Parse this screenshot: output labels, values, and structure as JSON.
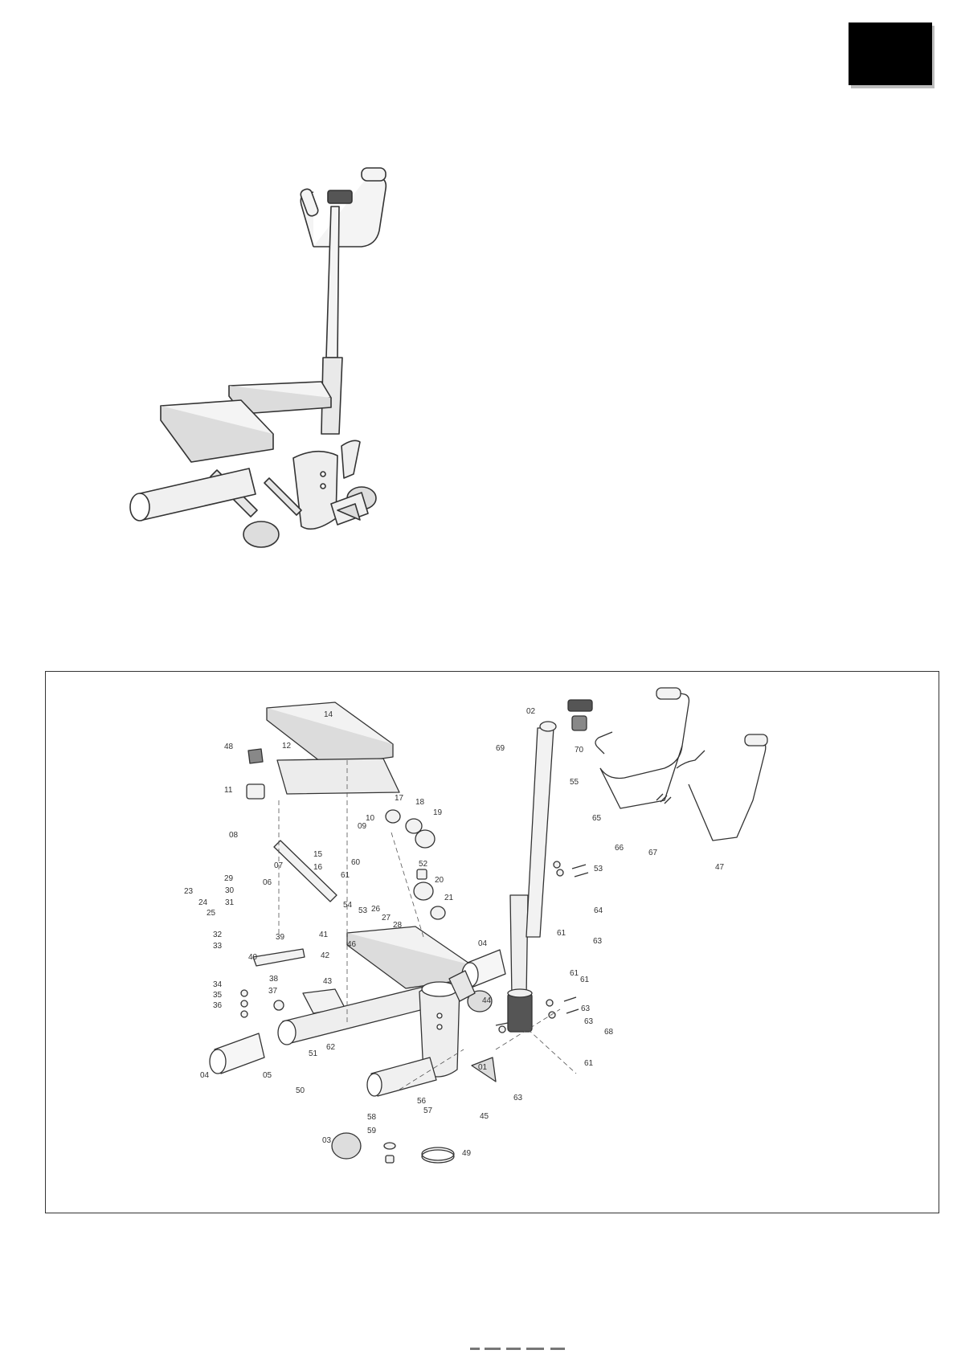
{
  "page": {
    "corner_tab": "black-index-tab",
    "colors": {
      "line": "#333333",
      "fill": "#f2f2f2",
      "shade": "#d9d9d9",
      "tab": "#000000"
    }
  },
  "exploded_diagram": {
    "part_labels": [
      {
        "id": "p02",
        "text": "02"
      },
      {
        "id": "p69",
        "text": "69"
      },
      {
        "id": "p70",
        "text": "70"
      },
      {
        "id": "p55",
        "text": "55"
      },
      {
        "id": "p65",
        "text": "65"
      },
      {
        "id": "p66",
        "text": "66"
      },
      {
        "id": "p67",
        "text": "67"
      },
      {
        "id": "p47",
        "text": "47"
      },
      {
        "id": "p14",
        "text": "14"
      },
      {
        "id": "p48",
        "text": "48"
      },
      {
        "id": "p12",
        "text": "12"
      },
      {
        "id": "p11",
        "text": "11"
      },
      {
        "id": "p17",
        "text": "17"
      },
      {
        "id": "p18",
        "text": "18"
      },
      {
        "id": "p19",
        "text": "19"
      },
      {
        "id": "p10",
        "text": "10"
      },
      {
        "id": "p09",
        "text": "09"
      },
      {
        "id": "p08",
        "text": "08"
      },
      {
        "id": "p15",
        "text": "15"
      },
      {
        "id": "p16",
        "text": "16"
      },
      {
        "id": "p52",
        "text": "52"
      },
      {
        "id": "p07",
        "text": "07"
      },
      {
        "id": "p60",
        "text": "60"
      },
      {
        "id": "p06",
        "text": "06"
      },
      {
        "id": "p61a",
        "text": "61"
      },
      {
        "id": "p29",
        "text": "29"
      },
      {
        "id": "p30",
        "text": "30"
      },
      {
        "id": "p31",
        "text": "31"
      },
      {
        "id": "p23",
        "text": "23"
      },
      {
        "id": "p24",
        "text": "24"
      },
      {
        "id": "p25",
        "text": "25"
      },
      {
        "id": "p54",
        "text": "54"
      },
      {
        "id": "p53",
        "text": "53"
      },
      {
        "id": "p20",
        "text": "20"
      },
      {
        "id": "p26",
        "text": "26"
      },
      {
        "id": "p27",
        "text": "27"
      },
      {
        "id": "p28",
        "text": "28"
      },
      {
        "id": "p21",
        "text": "21"
      },
      {
        "id": "p32",
        "text": "32"
      },
      {
        "id": "p33",
        "text": "33"
      },
      {
        "id": "p39",
        "text": "39"
      },
      {
        "id": "p41",
        "text": "41"
      },
      {
        "id": "p46",
        "text": "46"
      },
      {
        "id": "p42",
        "text": "42"
      },
      {
        "id": "p40",
        "text": "40"
      },
      {
        "id": "p38",
        "text": "38"
      },
      {
        "id": "p43",
        "text": "43"
      },
      {
        "id": "p34",
        "text": "34"
      },
      {
        "id": "p35",
        "text": "35"
      },
      {
        "id": "p37",
        "text": "37"
      },
      {
        "id": "p36",
        "text": "36"
      },
      {
        "id": "p04a",
        "text": "04"
      },
      {
        "id": "p61b",
        "text": "61"
      },
      {
        "id": "p63a",
        "text": "63"
      },
      {
        "id": "p53b",
        "text": "53"
      },
      {
        "id": "p64",
        "text": "64"
      },
      {
        "id": "p04b",
        "text": "04"
      },
      {
        "id": "p61c",
        "text": "61"
      },
      {
        "id": "p63b",
        "text": "63"
      },
      {
        "id": "p61d",
        "text": "61"
      },
      {
        "id": "p44",
        "text": "44"
      },
      {
        "id": "p63c",
        "text": "63"
      },
      {
        "id": "p68",
        "text": "68"
      },
      {
        "id": "p61e",
        "text": "61"
      },
      {
        "id": "p63d",
        "text": "63"
      },
      {
        "id": "p62",
        "text": "62"
      },
      {
        "id": "p51",
        "text": "51"
      },
      {
        "id": "p05",
        "text": "05"
      },
      {
        "id": "p50",
        "text": "50"
      },
      {
        "id": "p01",
        "text": "01"
      },
      {
        "id": "p56",
        "text": "56"
      },
      {
        "id": "p57",
        "text": "57"
      },
      {
        "id": "p45",
        "text": "45"
      },
      {
        "id": "p58",
        "text": "58"
      },
      {
        "id": "p03",
        "text": "03"
      },
      {
        "id": "p59",
        "text": "59"
      },
      {
        "id": "p49",
        "text": "49"
      }
    ]
  }
}
